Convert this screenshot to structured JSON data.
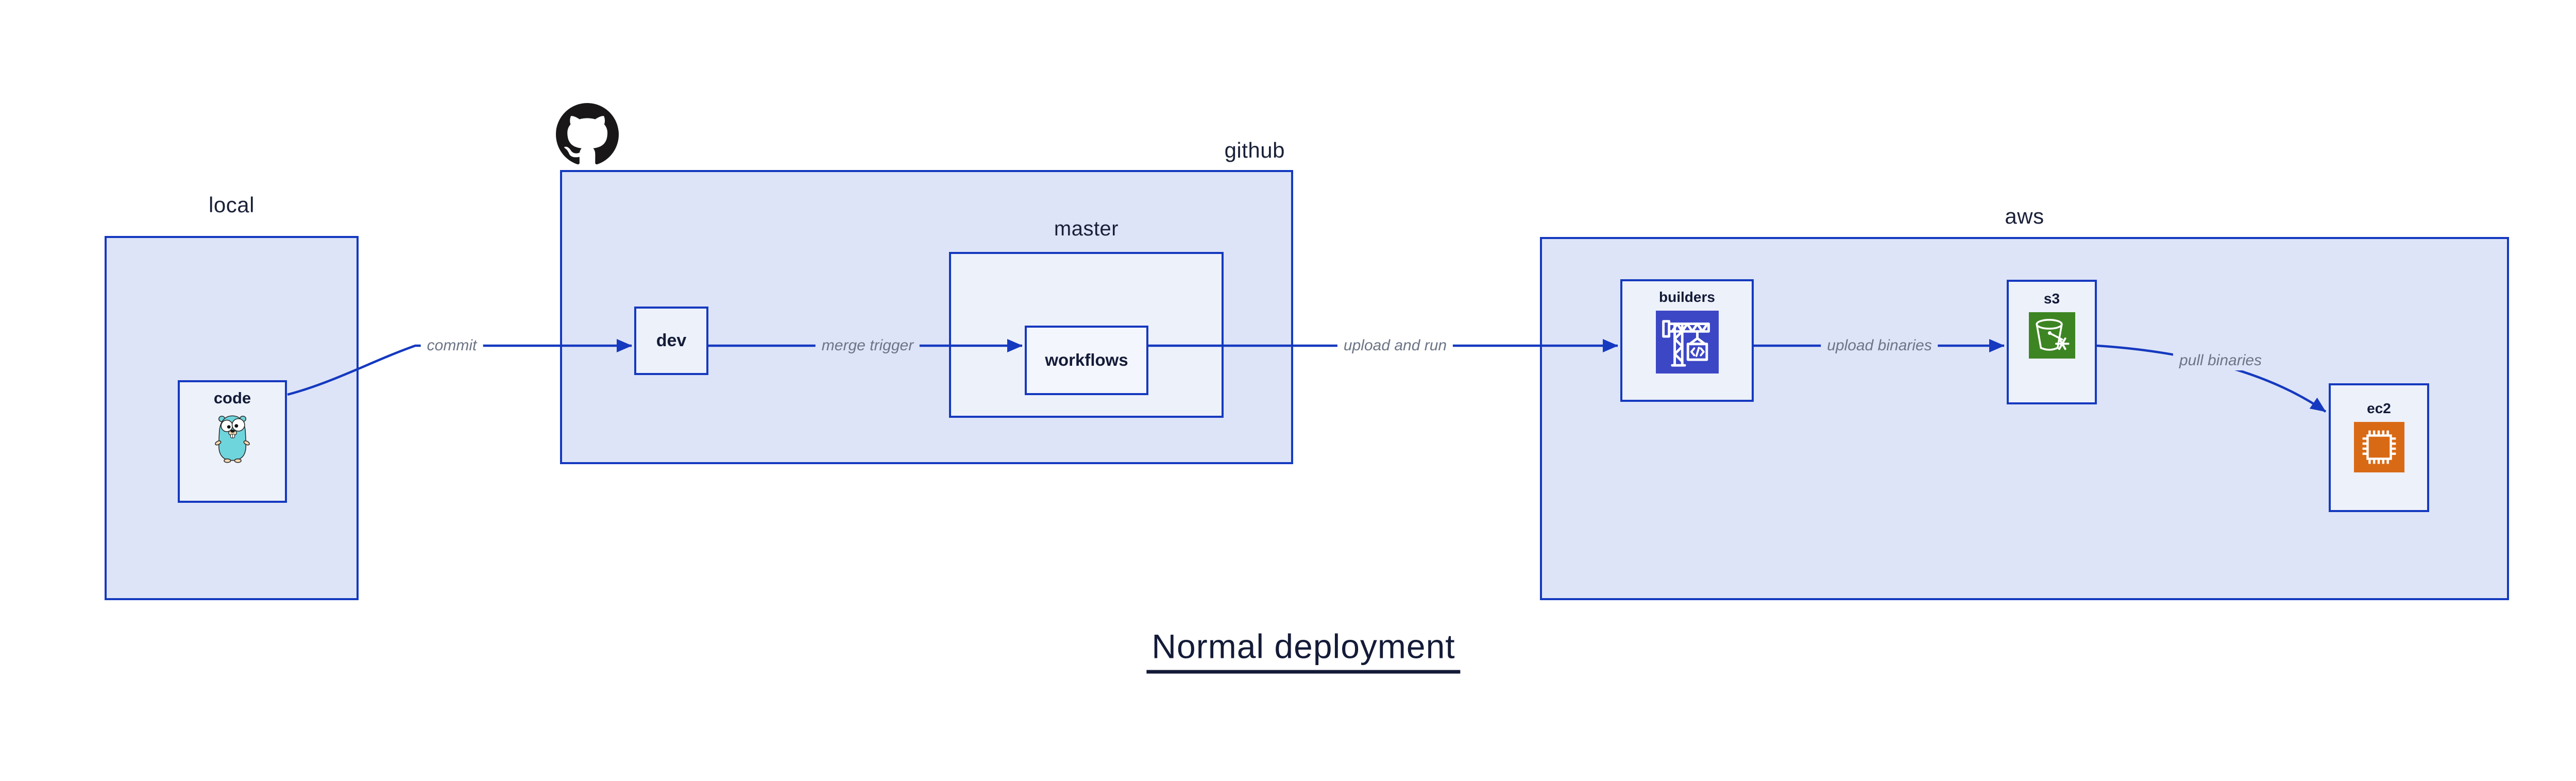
{
  "diagram": {
    "title": "Normal deployment",
    "groups": {
      "local": {
        "label": "local"
      },
      "github": {
        "label": "github",
        "logo_icon": "github-octocat"
      },
      "master": {
        "label": "master"
      },
      "aws": {
        "label": "aws"
      }
    },
    "nodes": {
      "code": {
        "label": "code",
        "icon": "go-gopher"
      },
      "dev": {
        "label": "dev"
      },
      "workflows": {
        "label": "workflows"
      },
      "builders": {
        "label": "builders",
        "icon": "aws-codebuild-crane"
      },
      "s3": {
        "label": "s3",
        "icon": "aws-s3-glacier-bucket"
      },
      "ec2": {
        "label": "ec2",
        "icon": "aws-ec2-chip"
      }
    },
    "edges": {
      "commit": {
        "label": "commit",
        "from": "code",
        "to": "dev"
      },
      "merge_trigger": {
        "label": "merge trigger",
        "from": "dev",
        "to": "workflows"
      },
      "upload_and_run": {
        "label": "upload and run",
        "from": "workflows",
        "to": "builders"
      },
      "upload_binaries": {
        "label": "upload binaries",
        "from": "builders",
        "to": "s3"
      },
      "pull_binaries": {
        "label": "pull binaries",
        "from": "s3",
        "to": "ec2"
      }
    },
    "colors": {
      "border_and_arrows": "#1539BF",
      "group_fill": "#DDE4F7",
      "node_fill": "#EDF1FA",
      "dark_text": "#141B38",
      "edge_label_text": "#6C7585",
      "codebuild_icon_bg": "#3C47C5",
      "s3_glacier_icon_bg": "#3D8523",
      "ec2_icon_bg": "#D96A15",
      "octocat_color": "#191717",
      "gopher_body": "#6FD5DD"
    }
  }
}
